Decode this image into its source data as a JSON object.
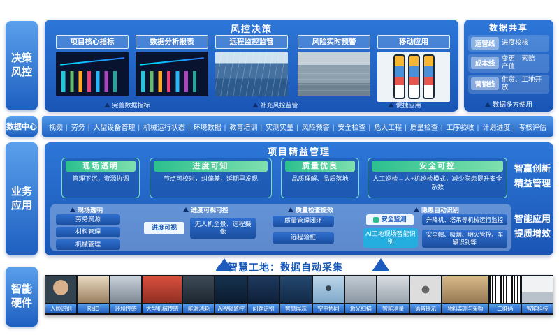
{
  "left_labels": {
    "decision": "决策风控",
    "datacenter": "数据中心",
    "business": "业务应用",
    "hardware": "智能硬件"
  },
  "risk_panel": {
    "title": "风控决策",
    "columns": [
      {
        "header": "项目核心指标"
      },
      {
        "header": "数据分析报表"
      },
      {
        "header": "远程监控监管"
      },
      {
        "header": "风险实时预警"
      },
      {
        "header": "移动应用"
      }
    ],
    "footnotes": [
      "完善数据指标",
      "补充风控监管",
      "便捷应用"
    ]
  },
  "data_share": {
    "title": "数据共享",
    "rows": [
      {
        "badge": "运营线",
        "text": "进度校核"
      },
      {
        "badge": "成本线",
        "text": "变更｜索赔",
        "text2": "产值"
      },
      {
        "badge": "营销线",
        "text": "供货、工地开放"
      }
    ],
    "footer": "数据多方使用"
  },
  "datacenter": {
    "items": [
      "视频",
      "劳务",
      "大型设备管理",
      "机械运行状态",
      "环境数据",
      "教育培训",
      "实测实量",
      "风险预警",
      "安全检查",
      "危大工程",
      "质量检查",
      "工序验收",
      "计划进度",
      "考核评估"
    ]
  },
  "business": {
    "title": "项目精益管理",
    "features": [
      {
        "header": "现场透明",
        "body": "管理下沉，资源协调"
      },
      {
        "header": "进度可知",
        "body": "节点可校对，纠偏差，延期早发现"
      },
      {
        "header": "质量优良",
        "body": "品质理解、品质落地"
      },
      {
        "header": "安全可控",
        "body": "人工巡检→人+机巡检模式，减少隐患提升安全系数"
      }
    ],
    "side_top": [
      "智赢创新",
      "精益管理"
    ],
    "side_bottom": [
      "智能应用",
      "提质增效"
    ],
    "groups": [
      {
        "label": "现场透明"
      },
      {
        "label": "进度可视可控"
      },
      {
        "label": "质量检查提效"
      },
      {
        "label": "隐患自动识别"
      }
    ],
    "boxes": {
      "labor": "劳务资源",
      "material": "材料管理",
      "machine": "机械管理",
      "progress_visible": "进度可视",
      "drone": "无人机全景、远程摄像",
      "quality_loop": "质量管理闭环",
      "remote_pile": "远程验桩",
      "safety_monitor": "安全监测",
      "ai_recognition": "AI工地现场智能识别",
      "lift_monitor": "升降机、塔吊等机械运行监控",
      "helmet": "安全帽、吸烟、明火管控、车辆识别等"
    }
  },
  "hardware": {
    "title": "智慧工地：数据自动采集",
    "items": [
      "人脸识别",
      "ReID",
      "环境传感",
      "大型机械传感",
      "能源消耗",
      "AI视频监控",
      "问题识别",
      "智慧展示",
      "空中协同",
      "激光扫描",
      "智能测量",
      "语音提示",
      "物料监测与采购",
      "二维码",
      "智能科技"
    ]
  }
}
